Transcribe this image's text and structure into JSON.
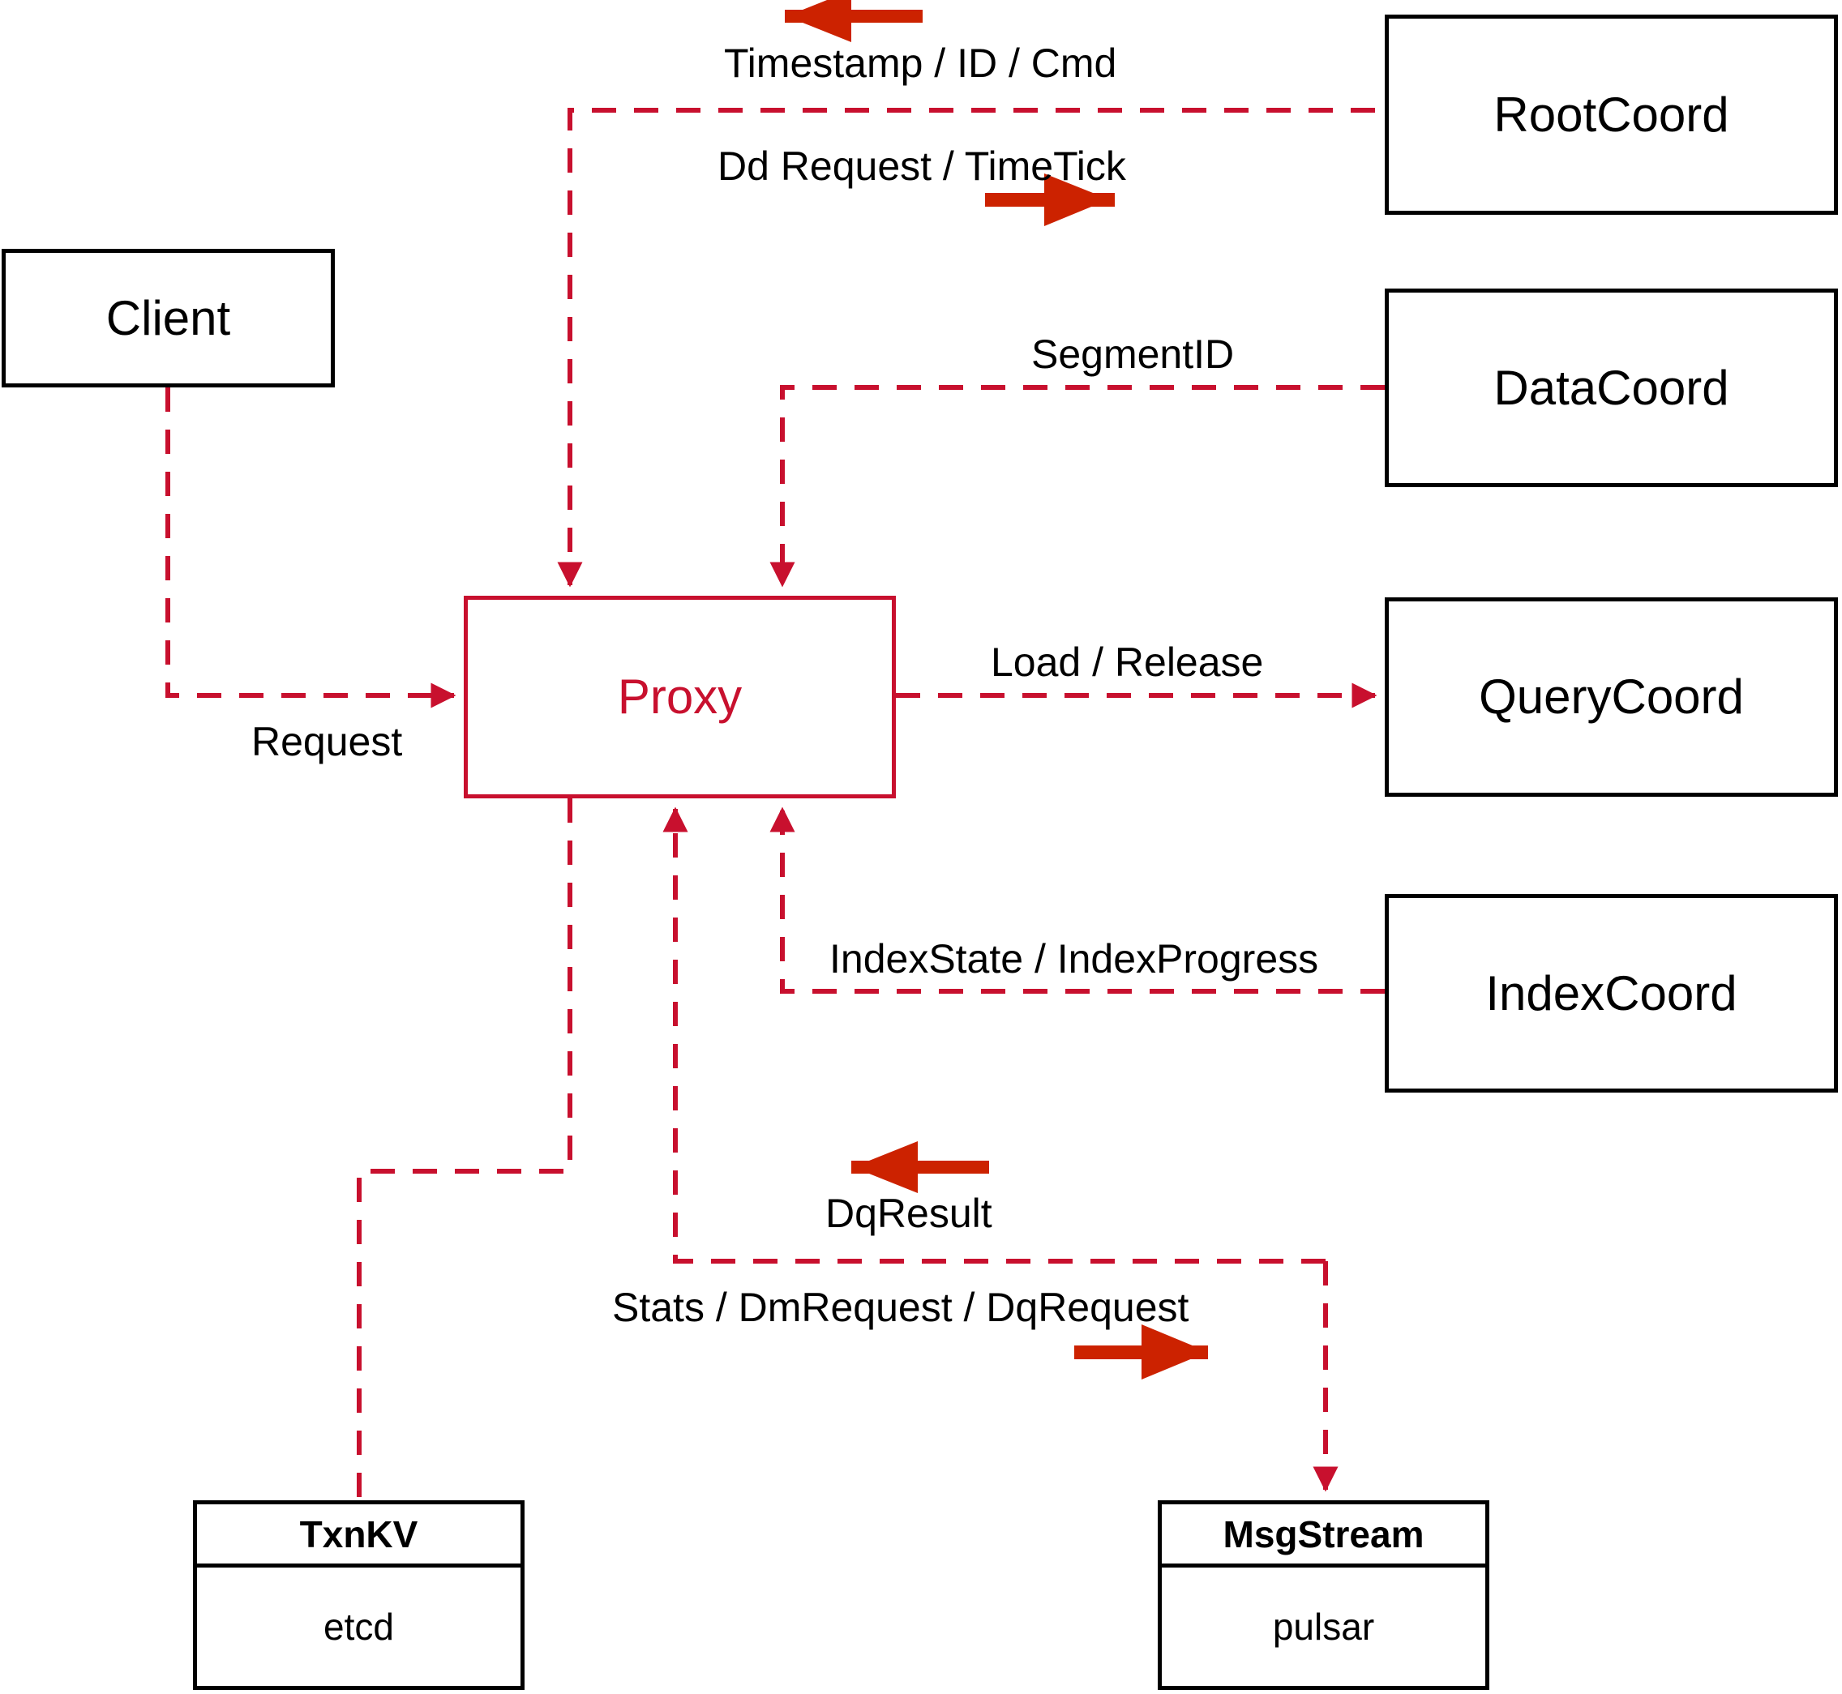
{
  "diagram": {
    "title": "Milvus Proxy interaction diagram",
    "colors": {
      "dashed_red": "#c8102e",
      "solid_arrow_red": "#cc2200",
      "box_black": "#000000",
      "proxy_red": "#c8102e",
      "background": "#ffffff"
    },
    "nodes": [
      {
        "id": "client",
        "label": "Client",
        "style": "black"
      },
      {
        "id": "proxy",
        "label": "Proxy",
        "style": "red"
      },
      {
        "id": "rootcoord",
        "label": "RootCoord",
        "style": "black"
      },
      {
        "id": "datacoord",
        "label": "DataCoord",
        "style": "black"
      },
      {
        "id": "querycoord",
        "label": "QueryCoord",
        "style": "black"
      },
      {
        "id": "indexcoord",
        "label": "IndexCoord",
        "style": "black"
      }
    ],
    "composite_nodes": [
      {
        "id": "txnkv",
        "header": "TxnKV",
        "body": "etcd"
      },
      {
        "id": "msgstream",
        "header": "MsgStream",
        "body": "pulsar"
      }
    ],
    "edge_labels": [
      {
        "id": "timestamp-id-cmd",
        "text": "Timestamp / ID / Cmd",
        "direction": "left"
      },
      {
        "id": "dd-request-timetick",
        "text": "Dd Request / TimeTick",
        "direction": "right"
      },
      {
        "id": "segmentid",
        "text": "SegmentID",
        "direction": "left"
      },
      {
        "id": "load-release",
        "text": "Load / Release",
        "direction": "right"
      },
      {
        "id": "index-state",
        "text": "IndexState / IndexProgress",
        "direction": "left"
      },
      {
        "id": "request",
        "text": "Request",
        "direction": "right"
      },
      {
        "id": "dq-result",
        "text": "DqResult",
        "direction": "left"
      },
      {
        "id": "stats-dm-dq",
        "text": "Stats / DmRequest / DqRequest",
        "direction": "right"
      }
    ]
  }
}
